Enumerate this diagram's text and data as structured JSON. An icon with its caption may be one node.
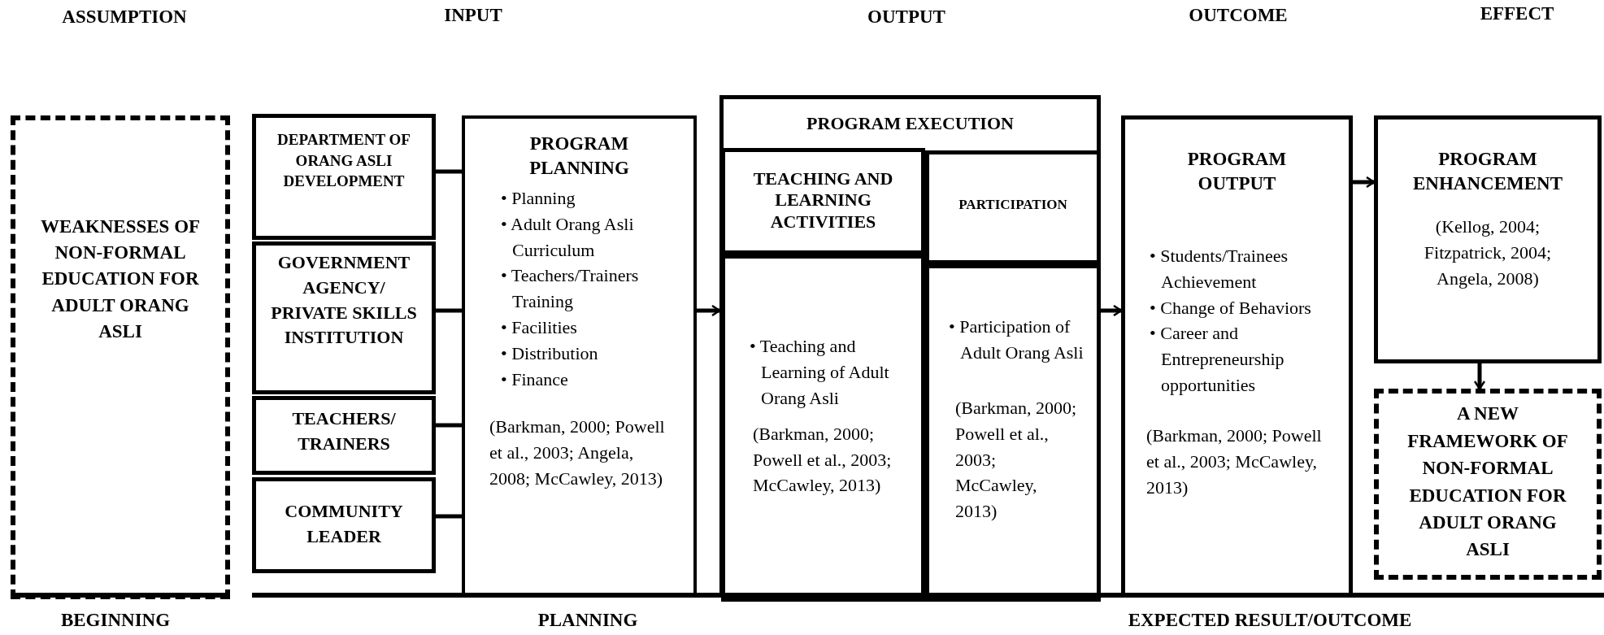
{
  "diagram": {
    "nodes": [
      {
        "text": [
          "WEAKNESSES OF NON-FORMAL EDUCATION FOR ADULT ORANG ASLI"
        ]
      },
      {
        "text": [
          "DEPARTMENT OF ORANG ASLI DEVELOPMENT"
        ]
      },
      {
        "text": [
          "GOVERNMENT AGENCY/ PRIVATE SKILLS INSTITUTION"
        ]
      },
      {
        "text": [
          "TEACHERS/ TRAINERS"
        ]
      },
      {
        "text": [
          "COMMUNITY LEADER"
        ]
      },
      {
        "text": [
          "PROGRAM PLANNING",
          "• Planning",
          "• Adult Orang Asli Curriculum",
          "• Teachers/Trainers Training",
          "• Facilities",
          "• Distribution",
          "• Finance",
          "(Barkman, 2000; Powell et al., 2003; Angela, 2008; McCawley, 2013)"
        ]
      },
      {
        "text": [
          "PROGRAM EXECUTION"
        ]
      },
      {
        "text": [
          "TEACHING AND LEARNING ACTIVITIES"
        ],
        "in": 6
      },
      {
        "text": [
          "• Teaching and Learning of Adult Orang Asli",
          "(Barkman, 2000; Powell et al., 2003; McCawley, 2013)"
        ],
        "in": 6
      },
      {
        "text": [
          "PARTICIPATION"
        ],
        "in": 6
      },
      {
        "text": [
          "• Participation of Adult Orang Asli",
          "(Barkman, 2000; Powell et al., 2003; McCawley, 2013)"
        ],
        "in": 6
      },
      {
        "text": [
          "PROGRAM OUTPUT",
          "• Students/Trainees Achievement",
          "• Change of Behaviors",
          "• Career and Entrepreneurship opportunities",
          "(Barkman, 2000; Powell et al., 2003; McCawley, 2013)"
        ]
      },
      {
        "text": [
          "PROGRAM ENHANCEMENT",
          "(Kellog, 2004; Fitzpatrick, 2004; Angela, 2008)"
        ]
      },
      {
        "text": [
          "A NEW FRAMEWORK OF NON-FORMAL EDUCATION FOR ADULT ORANG ASLI"
        ]
      }
    ],
    "edges": [
      {
        "from": 1,
        "to": 5,
        "arrow": "none"
      },
      {
        "from": 2,
        "to": 5,
        "arrow": "none"
      },
      {
        "from": 3,
        "to": 5,
        "arrow": "none"
      },
      {
        "from": 4,
        "to": 5,
        "arrow": "none"
      },
      {
        "from": 5,
        "to": 6,
        "arrow": "to"
      },
      {
        "from": 6,
        "to": 11,
        "arrow": "to"
      },
      {
        "from": 11,
        "to": 12,
        "arrow": "to"
      },
      {
        "from": 12,
        "to": 13,
        "arrow": "to"
      }
    ],
    "labels": [
      "ASSUMPTION",
      "INPUT",
      "OUTPUT",
      "OUTCOME",
      "EFFECT",
      "BEGINNING",
      "PLANNING",
      "EXPECTED RESULT/OUTCOME"
    ]
  }
}
